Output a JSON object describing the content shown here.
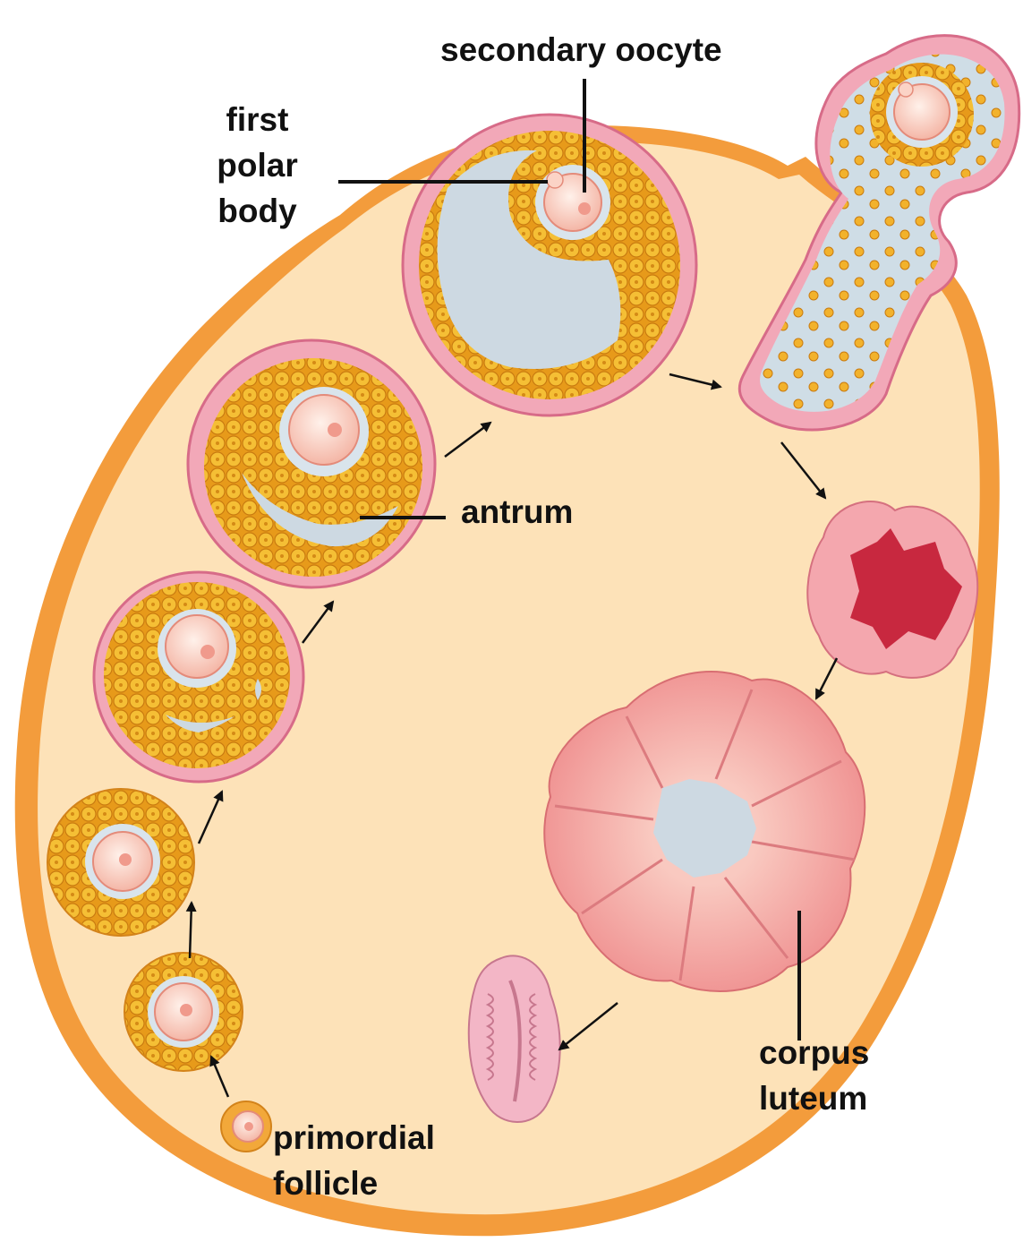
{
  "labels": {
    "secondary_oocyte": "secondary oocyte",
    "first_polar_body": [
      "first",
      "polar",
      "body"
    ],
    "antrum": "antrum",
    "corpus_luteum": [
      "corpus",
      "luteum"
    ],
    "primordial_follicle": [
      "primordial",
      "follicle"
    ]
  },
  "colors": {
    "stroma": "#fde2b8",
    "capsule": "#f29a3a",
    "granulosa": "#f3b52a",
    "theca": "#e88aa0",
    "antrum_fluid": "#cdd9e2",
    "oocyte": "#fbd3c6",
    "corpus_luteum": "#f4a3a3",
    "corpus_hemorrhagicum": "#c8283f",
    "corpus_albicans": "#f3b6c6"
  }
}
